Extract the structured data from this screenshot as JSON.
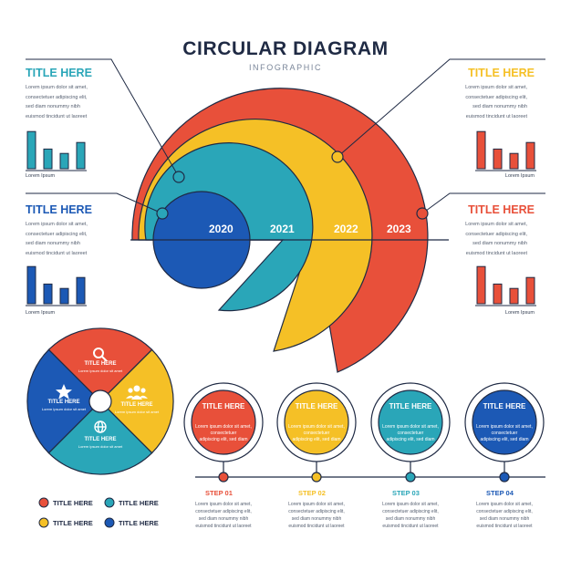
{
  "header": {
    "title": "CIRCULAR DIAGRAM",
    "subtitle": "INFOGRAPHIC"
  },
  "colors": {
    "red": "#e8503a",
    "yellow": "#f5c026",
    "teal": "#2aa6b8",
    "blue": "#1c59b5",
    "navy": "#1f2a44"
  },
  "side_panels": {
    "top_left": {
      "title": "TITLE HERE",
      "lines": [
        "Lorem ipsum dolor sit amet,",
        "consectetuer adipiscing elit,",
        "sed diam nonummy nibh",
        "euismod tincidunt ut laoreet"
      ],
      "caption": "Lorem Ipsum",
      "bars": [
        0.85,
        0.45,
        0.35,
        0.6
      ]
    },
    "mid_left": {
      "title": "TITLE HERE",
      "lines": [
        "Lorem ipsum dolor sit amet,",
        "consectetuer adipiscing elit,",
        "sed diam nonummy nibh",
        "euismod tincidunt ut laoreet"
      ],
      "caption": "Lorem Ipsum",
      "bars": [
        0.85,
        0.45,
        0.35,
        0.6
      ]
    },
    "top_right": {
      "title": "TITLE HERE",
      "lines": [
        "Lorem ipsum dolor sit amet,",
        "consectetuer adipiscing elit,",
        "sed diam nonummy nibh",
        "euismod tincidunt ut laoreet"
      ],
      "caption": "Lorem Ipsum",
      "bars": [
        0.85,
        0.45,
        0.35,
        0.6
      ]
    },
    "mid_right": {
      "title": "TITLE HERE",
      "lines": [
        "Lorem ipsum dolor sit amet,",
        "consectetuer adipiscing elit,",
        "sed diam nonummy nibh",
        "euismod tincidunt ut laoreet"
      ],
      "caption": "Lorem Ipsum",
      "bars": [
        0.85,
        0.45,
        0.35,
        0.6
      ]
    }
  },
  "rings": {
    "years": [
      "2020",
      "2021",
      "2022",
      "2023"
    ]
  },
  "pie": {
    "segments": [
      {
        "label": "TITLE HERE",
        "text": "Lorem ipsum dolor sit amet",
        "icon": "search-icon"
      },
      {
        "label": "TITLE HERE",
        "text": "Lorem ipsum dolor sit amet",
        "icon": "users-icon"
      },
      {
        "label": "TITLE HERE",
        "text": "Lorem ipsum dolor sit amet",
        "icon": "globe-icon"
      },
      {
        "label": "TITLE HERE",
        "text": "Lorem ipsum dolor sit amet",
        "icon": "star-icon"
      }
    ]
  },
  "legend": [
    {
      "label": "TITLE HERE"
    },
    {
      "label": "TITLE HERE"
    },
    {
      "label": "TITLE HERE"
    },
    {
      "label": "TITLE HERE"
    }
  ],
  "steps": [
    {
      "circle_title": "TITLE HERE",
      "circle_line1": "Lorem ipsum dolor sit amet,",
      "circle_line2": "consectetuer",
      "circle_line3": "adipiscing elit, sed diam",
      "step": "STEP 01",
      "line1": "Lorem ipsum dolor sit amet,",
      "line2": "consectetuer adipiscing elit,",
      "line3": "sed diam nonummy nibh",
      "line4": "euismod tincidunt ut laoreet"
    },
    {
      "circle_title": "TITLE HERE",
      "circle_line1": "Lorem ipsum dolor sit amet,",
      "circle_line2": "consectetuer",
      "circle_line3": "adipiscing elit, sed diam",
      "step": "STEP 02",
      "line1": "Lorem ipsum dolor sit amet,",
      "line2": "consectetuer adipiscing elit,",
      "line3": "sed diam nonummy nibh",
      "line4": "euismod tincidunt ut laoreet"
    },
    {
      "circle_title": "TITLE HERE",
      "circle_line1": "Lorem ipsum dolor sit amet,",
      "circle_line2": "consectetuer",
      "circle_line3": "adipiscing elit, sed diam",
      "step": "STEP 03",
      "line1": "Lorem ipsum dolor sit amet,",
      "line2": "consectetuer adipiscing elit,",
      "line3": "sed diam nonummy nibh",
      "line4": "euismod tincidunt ut laoreet"
    },
    {
      "circle_title": "TITLE HERE",
      "circle_line1": "Lorem ipsum dolor sit amet,",
      "circle_line2": "consectetuer",
      "circle_line3": "adipiscing elit, sed diam",
      "step": "STEP 04",
      "line1": "Lorem ipsum dolor sit amet,",
      "line2": "consectetuer adipiscing elit,",
      "line3": "sed diam nonummy nibh",
      "line4": "euismod tincidunt ut laoreet"
    }
  ]
}
